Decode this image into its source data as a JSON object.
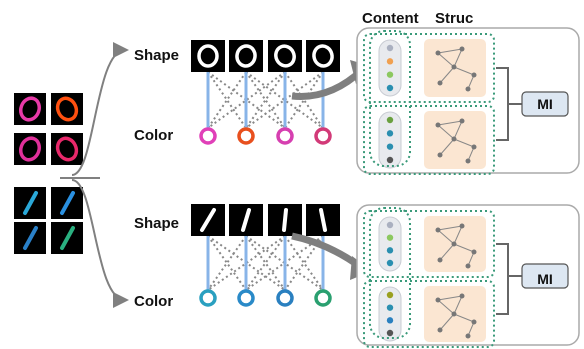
{
  "header": {
    "content_label": "Content",
    "structure_label": "Struc"
  },
  "groups": [
    {
      "name": "zeros",
      "shape_label": "Shape",
      "color_label": "Color",
      "mi_label": "MI",
      "ring_colors": [
        "#e040b8",
        "#e8501e",
        "#d63fb0",
        "#d23a78"
      ],
      "digit_glyph": "0",
      "content_dots": [
        [
          "#aab0c0",
          "#f0a050",
          "#8cc860",
          "#2a8fb0"
        ],
        [
          "#6aa040",
          "#2a8fb0",
          "#2a8fb0",
          "#555555"
        ]
      ]
    },
    {
      "name": "ones",
      "shape_label": "Shape",
      "color_label": "Color",
      "mi_label": "MI",
      "ring_colors": [
        "#2aa0c0",
        "#2a8ac8",
        "#2a80c0",
        "#2aa070"
      ],
      "digit_glyph": "1",
      "content_dots": [
        [
          "#aab0c0",
          "#8cc860",
          "#2a8fb0",
          "#2a8fb0"
        ],
        [
          "#9aa020",
          "#2a8fb0",
          "#2a80c0",
          "#555555"
        ]
      ]
    }
  ],
  "inputs": {
    "zero_colors": [
      "#e83aa8",
      "#ff5010",
      "#e0309a",
      "#e8286a"
    ],
    "one_colors": [
      "#2aa8d8",
      "#2a90e0",
      "#2a80c8",
      "#2ab080"
    ]
  },
  "colors": {
    "link": "#88b4e8",
    "dotted": "#888888",
    "arrow": "#808080",
    "panel_border": "#aaaaaa",
    "teal_border": "#3a9a7a",
    "peach": "#fbe6d2",
    "mi_fill": "#dde7f2"
  }
}
